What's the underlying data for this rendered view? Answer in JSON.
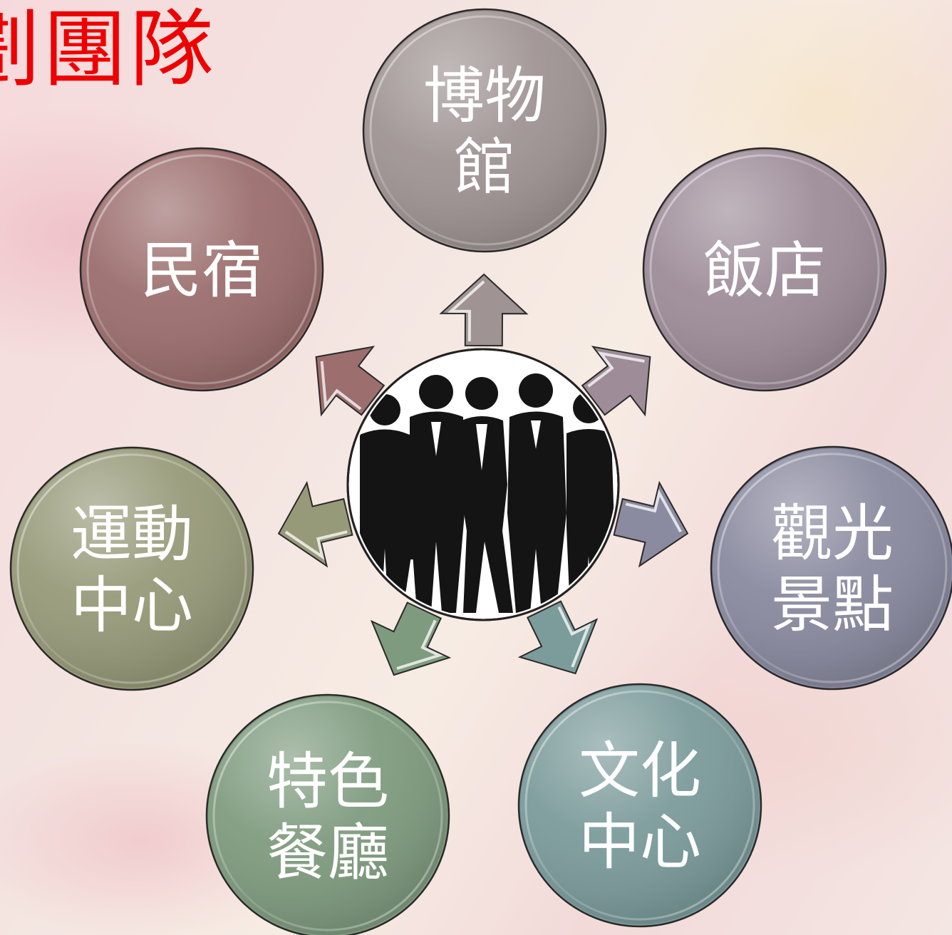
{
  "title": "劃團隊",
  "center": {
    "icon": "business-people-silhouette-icon"
  },
  "nodes": [
    {
      "id": "museum",
      "label": "博物\n館",
      "color": "#9f9493"
    },
    {
      "id": "hotel",
      "label": "飯店",
      "color": "#9e8d99"
    },
    {
      "id": "scenic",
      "label": "觀光\n景點",
      "color": "#8a8aa0"
    },
    {
      "id": "culture",
      "label": "文化\n中心",
      "color": "#7c9b9b"
    },
    {
      "id": "restaurant",
      "label": "特色\n餐廳",
      "color": "#7f9b7f"
    },
    {
      "id": "sports",
      "label": "運動\n中心",
      "color": "#979a79"
    },
    {
      "id": "bnb",
      "label": "民宿",
      "color": "#9c6e6e"
    }
  ]
}
